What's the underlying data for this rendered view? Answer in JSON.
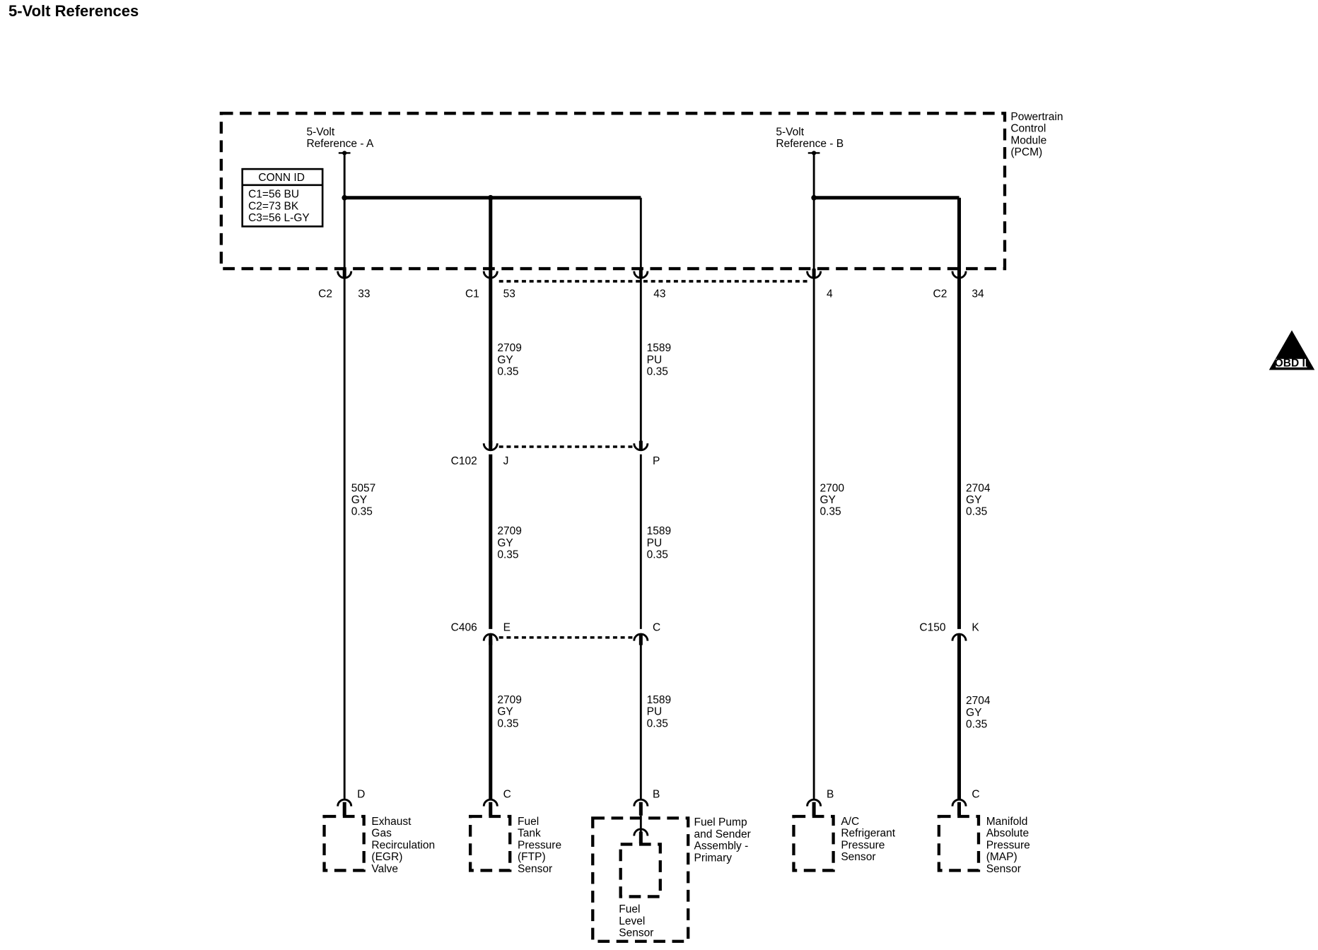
{
  "page_title": "5-Volt References",
  "pcm": {
    "label": [
      "Powertrain",
      "Control",
      "Module",
      "(PCM)"
    ]
  },
  "conn_id": {
    "title": "CONN ID",
    "lines": [
      "C1=56 BU",
      "C2=73 BK",
      "C3=56 L-GY"
    ]
  },
  "references": {
    "a": [
      "5-Volt",
      "Reference - A"
    ],
    "b": [
      "5-Volt",
      "Reference - B"
    ]
  },
  "pcm_pins": {
    "egr": {
      "connector": "C2",
      "pin": "33"
    },
    "ftp": {
      "connector": "C1",
      "pin": "53"
    },
    "fuel": {
      "pin": "43"
    },
    "ac": {
      "pin": "4"
    },
    "map": {
      "connector": "C2",
      "pin": "34"
    }
  },
  "wires": {
    "egr_main": [
      "5057",
      "GY",
      "0.35"
    ],
    "ftp_1": [
      "2709",
      "GY",
      "0.35"
    ],
    "ftp_2": [
      "2709",
      "GY",
      "0.35"
    ],
    "ftp_3": [
      "2709",
      "GY",
      "0.35"
    ],
    "fuel_1": [
      "1589",
      "PU",
      "0.35"
    ],
    "fuel_2": [
      "1589",
      "PU",
      "0.35"
    ],
    "fuel_3": [
      "1589",
      "PU",
      "0.35"
    ],
    "ac_main": [
      "2700",
      "GY",
      "0.35"
    ],
    "map_main": [
      "2704",
      "GY",
      "0.35"
    ],
    "map_2": [
      "2704",
      "GY",
      "0.35"
    ]
  },
  "inline_connectors": {
    "c102": {
      "name": "C102",
      "pin_ftp": "J",
      "pin_fuel": "P"
    },
    "c406": {
      "name": "C406",
      "pin_ftp": "E",
      "pin_fuel": "C"
    },
    "c150": {
      "name": "C150",
      "pin": "K"
    }
  },
  "components": {
    "egr": {
      "pin": "D",
      "label": [
        "Exhaust",
        "Gas",
        "Recirculation",
        "(EGR)",
        "Valve"
      ]
    },
    "ftp": {
      "pin": "C",
      "label": [
        "Fuel",
        "Tank",
        "Pressure",
        "(FTP)",
        "Sensor"
      ]
    },
    "fuel_pump": {
      "pin": "B",
      "label": [
        "Fuel Pump",
        "and Sender",
        "Assembly -",
        "Primary"
      ]
    },
    "fuel_level": {
      "label": [
        "Fuel",
        "Level",
        "Sensor"
      ]
    },
    "ac": {
      "pin": "B",
      "label": [
        "A/C",
        "Refrigerant",
        "Pressure",
        "Sensor"
      ]
    },
    "map": {
      "pin": "C",
      "label": [
        "Manifold",
        "Absolute",
        "Pressure",
        "(MAP)",
        "Sensor"
      ]
    }
  },
  "obd_icon": {
    "symbol": "II",
    "text": "OBD II"
  }
}
